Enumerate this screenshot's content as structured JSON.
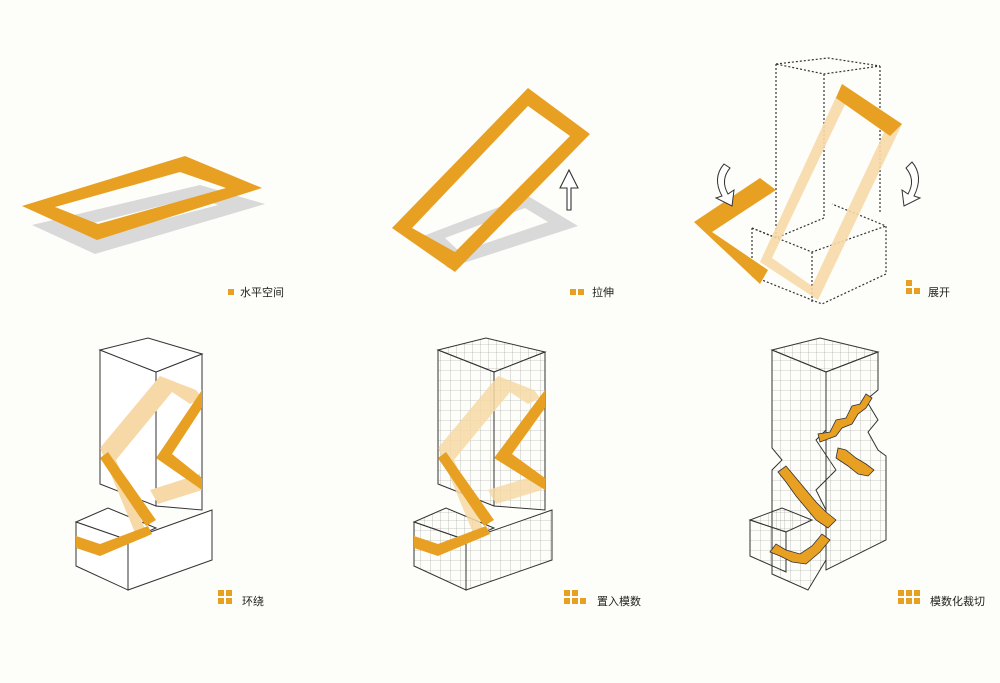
{
  "accent_color": "#e8a022",
  "accent_light_color": "#f6d9a6",
  "shadow_color": "#d6d6d6",
  "stages": [
    {
      "id": "horizontal",
      "label": "水平空间",
      "icon": "single-square-icon"
    },
    {
      "id": "stretch",
      "label": "拉伸",
      "icon": "double-square-icon"
    },
    {
      "id": "unfold",
      "label": "展开",
      "icon": "triple-square-icon"
    },
    {
      "id": "wrap",
      "label": "环绕",
      "icon": "four-square-icon"
    },
    {
      "id": "module",
      "label": "置入模数",
      "icon": "five-square-icon"
    },
    {
      "id": "cut",
      "label": "模数化裁切",
      "icon": "six-square-icon"
    }
  ]
}
